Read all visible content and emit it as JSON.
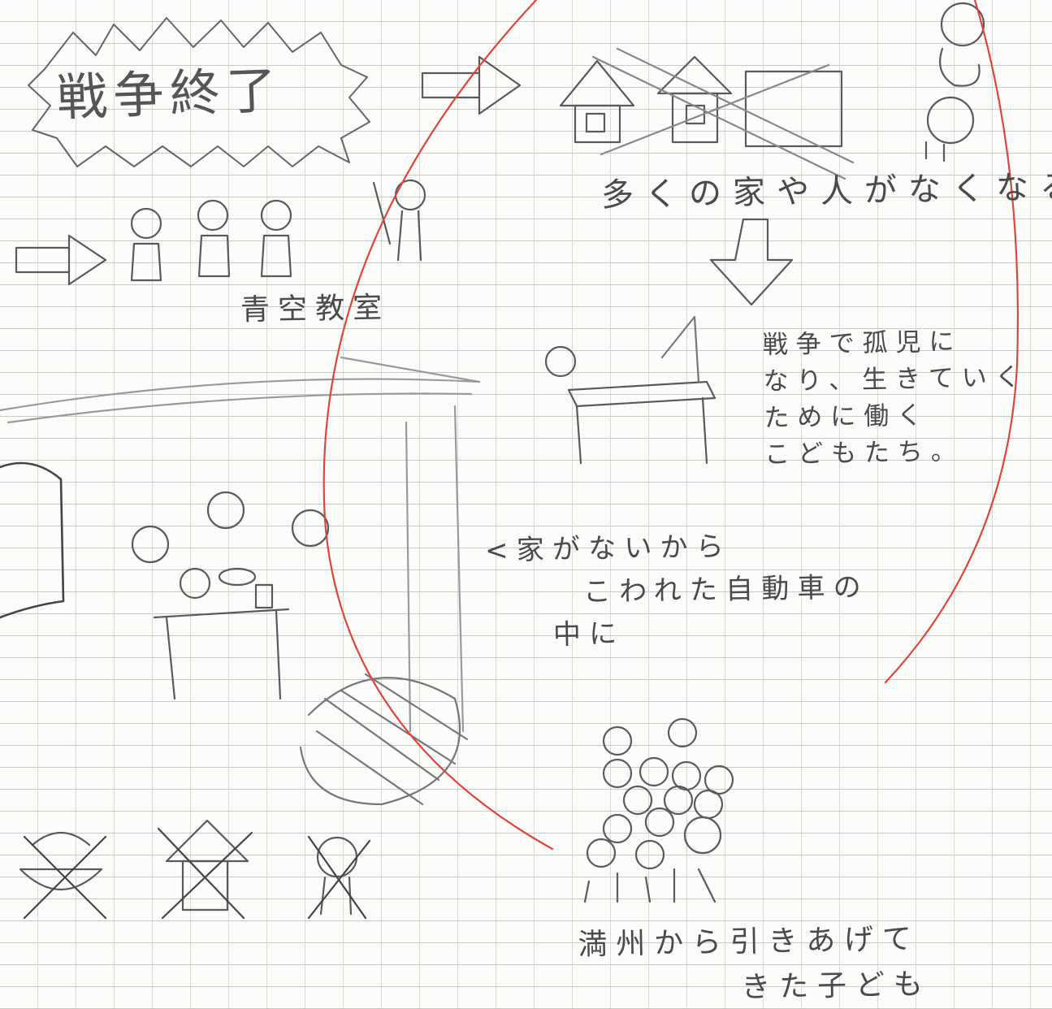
{
  "notes": {
    "title": "戦争終了",
    "aozora_label": "青空教室",
    "houses_lost": "多くの家や人がなくなる。",
    "orphans": [
      "戦争で孤児に",
      "なり、生きていく",
      "ために働く",
      "こどもたち。"
    ],
    "no_home": [
      "<家がないから",
      "こわれた自動車の",
      "中に"
    ],
    "manchuria": [
      "満州から引きあげて",
      "きた子ども"
    ]
  },
  "colors": {
    "paper": "#fcfcfa",
    "pencil": "#4a4a4a",
    "red_pen": "#e0443a"
  }
}
